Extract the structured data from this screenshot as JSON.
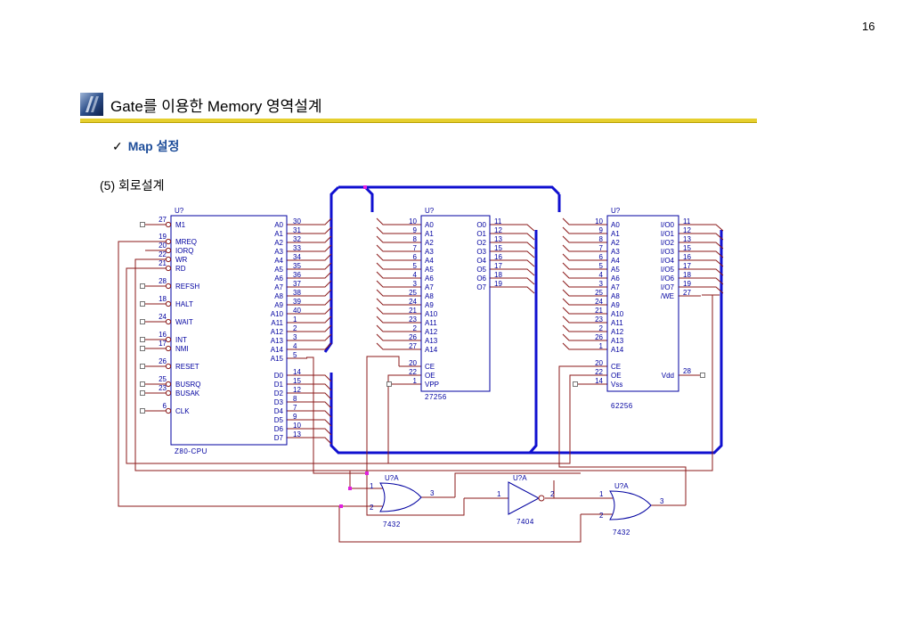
{
  "page_number": "16",
  "title": "Gate를 이용한 Memory 영역설계",
  "subtitle": {
    "check": "✓",
    "text": "Map 설정"
  },
  "section": "(5) 회로설계",
  "colors": {
    "wire": "#8b1a1a",
    "bus": "#1010d0",
    "component": "#0000a0",
    "junction": "#e020e0",
    "title_rule": "#e6cf2e"
  },
  "cpu": {
    "ref": "U?",
    "part": "Z80-CPU",
    "left_pins": [
      {
        "num": "27",
        "name": "M1"
      },
      {
        "num": "19",
        "name": "MREQ"
      },
      {
        "num": "20",
        "name": "IORQ"
      },
      {
        "num": "22",
        "name": "WR"
      },
      {
        "num": "21",
        "name": "RD"
      },
      {
        "num": "28",
        "name": "REFSH"
      },
      {
        "num": "18",
        "name": "HALT"
      },
      {
        "num": "24",
        "name": "WAIT"
      },
      {
        "num": "16",
        "name": "INT"
      },
      {
        "num": "17",
        "name": "NMI"
      },
      {
        "num": "26",
        "name": "RESET"
      },
      {
        "num": "25",
        "name": "BUSRQ"
      },
      {
        "num": "23",
        "name": "BUSAK"
      },
      {
        "num": "6",
        "name": "CLK"
      }
    ],
    "addr_pins": [
      {
        "num": "30",
        "name": "A0"
      },
      {
        "num": "31",
        "name": "A1"
      },
      {
        "num": "32",
        "name": "A2"
      },
      {
        "num": "33",
        "name": "A3"
      },
      {
        "num": "34",
        "name": "A4"
      },
      {
        "num": "35",
        "name": "A5"
      },
      {
        "num": "36",
        "name": "A6"
      },
      {
        "num": "37",
        "name": "A7"
      },
      {
        "num": "38",
        "name": "A8"
      },
      {
        "num": "39",
        "name": "A9"
      },
      {
        "num": "40",
        "name": "A10"
      },
      {
        "num": "1",
        "name": "A11"
      },
      {
        "num": "2",
        "name": "A12"
      },
      {
        "num": "3",
        "name": "A13"
      },
      {
        "num": "4",
        "name": "A14"
      },
      {
        "num": "5",
        "name": "A15"
      }
    ],
    "data_pins": [
      {
        "num": "14",
        "name": "D0"
      },
      {
        "num": "15",
        "name": "D1"
      },
      {
        "num": "12",
        "name": "D2"
      },
      {
        "num": "8",
        "name": "D3"
      },
      {
        "num": "7",
        "name": "D4"
      },
      {
        "num": "9",
        "name": "D5"
      },
      {
        "num": "10",
        "name": "D6"
      },
      {
        "num": "13",
        "name": "D7"
      }
    ]
  },
  "rom": {
    "ref": "U?",
    "part": "27256",
    "addr_pins": [
      {
        "num": "10",
        "name": "A0"
      },
      {
        "num": "9",
        "name": "A1"
      },
      {
        "num": "8",
        "name": "A2"
      },
      {
        "num": "7",
        "name": "A3"
      },
      {
        "num": "6",
        "name": "A4"
      },
      {
        "num": "5",
        "name": "A5"
      },
      {
        "num": "4",
        "name": "A6"
      },
      {
        "num": "3",
        "name": "A7"
      },
      {
        "num": "25",
        "name": "A8"
      },
      {
        "num": "24",
        "name": "A9"
      },
      {
        "num": "21",
        "name": "A10"
      },
      {
        "num": "23",
        "name": "A11"
      },
      {
        "num": "2",
        "name": "A12"
      },
      {
        "num": "26",
        "name": "A13"
      },
      {
        "num": "27",
        "name": "A14"
      }
    ],
    "ctrl_pins": [
      {
        "num": "20",
        "name": "CE"
      },
      {
        "num": "22",
        "name": "OE"
      },
      {
        "num": "1",
        "name": "VPP"
      }
    ],
    "data_pins": [
      {
        "num": "11",
        "name": "O0"
      },
      {
        "num": "12",
        "name": "O1"
      },
      {
        "num": "13",
        "name": "O2"
      },
      {
        "num": "15",
        "name": "O3"
      },
      {
        "num": "16",
        "name": "O4"
      },
      {
        "num": "17",
        "name": "O5"
      },
      {
        "num": "18",
        "name": "O6"
      },
      {
        "num": "19",
        "name": "O7"
      }
    ]
  },
  "ram": {
    "ref": "U?",
    "part": "62256",
    "addr_pins": [
      {
        "num": "10",
        "name": "A0"
      },
      {
        "num": "9",
        "name": "A1"
      },
      {
        "num": "8",
        "name": "A2"
      },
      {
        "num": "7",
        "name": "A3"
      },
      {
        "num": "6",
        "name": "A4"
      },
      {
        "num": "5",
        "name": "A5"
      },
      {
        "num": "4",
        "name": "A6"
      },
      {
        "num": "3",
        "name": "A7"
      },
      {
        "num": "25",
        "name": "A8"
      },
      {
        "num": "24",
        "name": "A9"
      },
      {
        "num": "21",
        "name": "A10"
      },
      {
        "num": "23",
        "name": "A11"
      },
      {
        "num": "2",
        "name": "A12"
      },
      {
        "num": "26",
        "name": "A13"
      },
      {
        "num": "1",
        "name": "A14"
      }
    ],
    "ctrl_pins": [
      {
        "num": "20",
        "name": "CE"
      },
      {
        "num": "22",
        "name": "OE"
      },
      {
        "num": "14",
        "name": "Vss"
      }
    ],
    "data_pins": [
      {
        "num": "11",
        "name": "I/O0"
      },
      {
        "num": "12",
        "name": "I/O1"
      },
      {
        "num": "13",
        "name": "I/O2"
      },
      {
        "num": "15",
        "name": "I/O3"
      },
      {
        "num": "16",
        "name": "I/O4"
      },
      {
        "num": "17",
        "name": "I/O5"
      },
      {
        "num": "18",
        "name": "I/O6"
      },
      {
        "num": "19",
        "name": "I/O7"
      },
      {
        "num": "27",
        "name": "/WE"
      }
    ],
    "vdd": {
      "num": "28",
      "name": "Vdd"
    }
  },
  "gates": [
    {
      "ref": "U?A",
      "part": "7432",
      "in1": "1",
      "in2": "2",
      "out": "3"
    },
    {
      "ref": "U?A",
      "part": "7404",
      "in1": "1",
      "out": "2"
    },
    {
      "ref": "U?A",
      "part": "7432",
      "in1": "1",
      "in2": "2",
      "out": "3"
    }
  ]
}
